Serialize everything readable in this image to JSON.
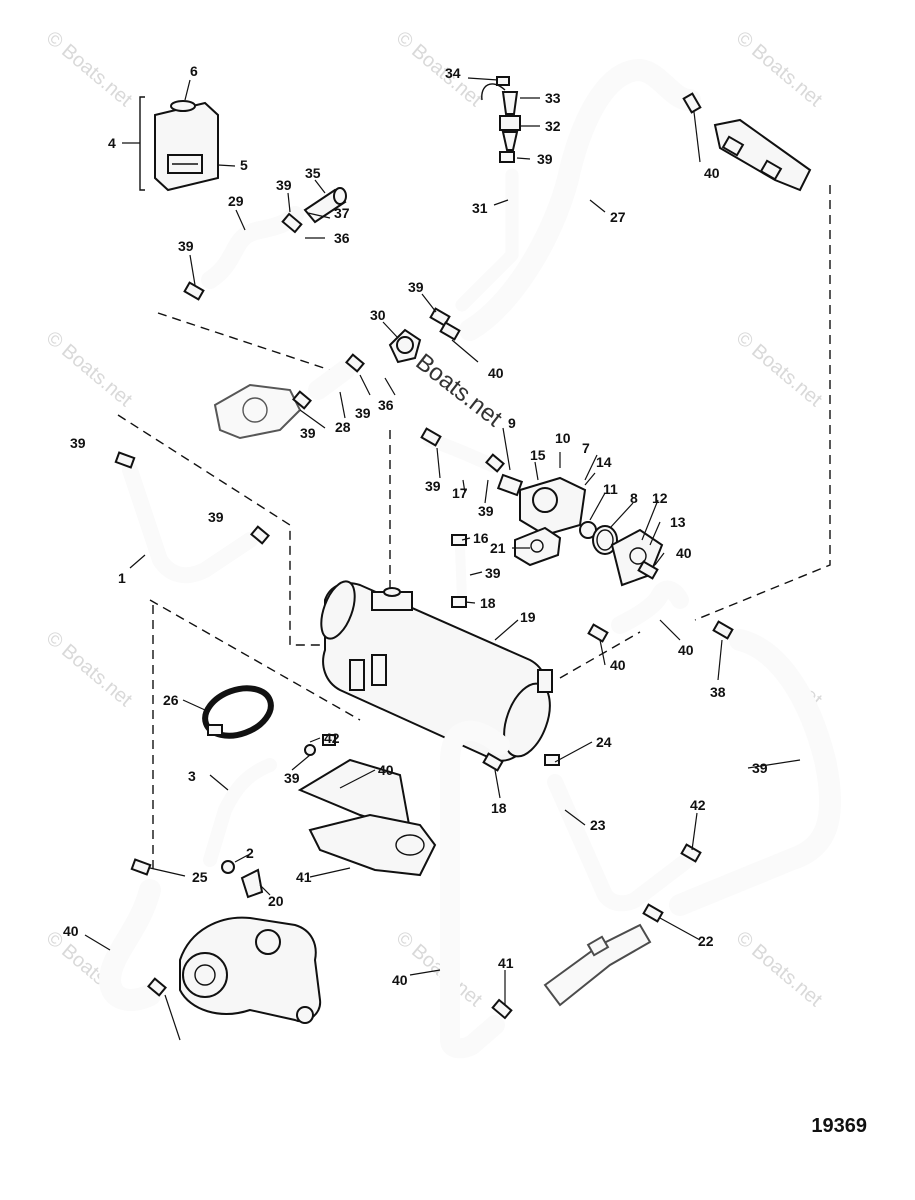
{
  "diagram": {
    "number": "19369",
    "watermark": "© Boats.net",
    "watermark_center": "© Boats.net",
    "callouts": [
      {
        "id": "c6",
        "label": "6"
      },
      {
        "id": "c4",
        "label": "4"
      },
      {
        "id": "c5",
        "label": "5"
      },
      {
        "id": "c34",
        "label": "34"
      },
      {
        "id": "c33",
        "label": "33"
      },
      {
        "id": "c32",
        "label": "32"
      },
      {
        "id": "c39a",
        "label": "39"
      },
      {
        "id": "c31",
        "label": "31"
      },
      {
        "id": "c27",
        "label": "27"
      },
      {
        "id": "c40a",
        "label": "40"
      },
      {
        "id": "c35",
        "label": "35"
      },
      {
        "id": "c39b",
        "label": "39"
      },
      {
        "id": "c29",
        "label": "29"
      },
      {
        "id": "c37",
        "label": "37"
      },
      {
        "id": "c36a",
        "label": "36"
      },
      {
        "id": "c39c",
        "label": "39"
      },
      {
        "id": "c39d",
        "label": "39"
      },
      {
        "id": "c30",
        "label": "30"
      },
      {
        "id": "c40b",
        "label": "40"
      },
      {
        "id": "c36b",
        "label": "36"
      },
      {
        "id": "c39e",
        "label": "39"
      },
      {
        "id": "c28",
        "label": "28"
      },
      {
        "id": "c39f",
        "label": "39"
      },
      {
        "id": "c9",
        "label": "9"
      },
      {
        "id": "c10",
        "label": "10"
      },
      {
        "id": "c15",
        "label": "15"
      },
      {
        "id": "c7",
        "label": "7"
      },
      {
        "id": "c14",
        "label": "14"
      },
      {
        "id": "c39g",
        "label": "39"
      },
      {
        "id": "c39h",
        "label": "39"
      },
      {
        "id": "c17",
        "label": "17"
      },
      {
        "id": "c39i",
        "label": "39"
      },
      {
        "id": "c11",
        "label": "11"
      },
      {
        "id": "c8",
        "label": "8"
      },
      {
        "id": "c12",
        "label": "12"
      },
      {
        "id": "c13",
        "label": "13"
      },
      {
        "id": "c40c",
        "label": "40"
      },
      {
        "id": "c39j",
        "label": "39"
      },
      {
        "id": "c16",
        "label": "16"
      },
      {
        "id": "c21",
        "label": "21"
      },
      {
        "id": "c39k",
        "label": "39"
      },
      {
        "id": "c18a",
        "label": "18"
      },
      {
        "id": "c1",
        "label": "1"
      },
      {
        "id": "c19",
        "label": "19"
      },
      {
        "id": "c40d",
        "label": "40"
      },
      {
        "id": "c40e",
        "label": "40"
      },
      {
        "id": "c38",
        "label": "38"
      },
      {
        "id": "c26",
        "label": "26"
      },
      {
        "id": "c42a",
        "label": "42"
      },
      {
        "id": "c39l",
        "label": "39"
      },
      {
        "id": "c24",
        "label": "24"
      },
      {
        "id": "c3",
        "label": "3"
      },
      {
        "id": "c40f",
        "label": "40"
      },
      {
        "id": "c18b",
        "label": "18"
      },
      {
        "id": "c23",
        "label": "23"
      },
      {
        "id": "c39m",
        "label": "39"
      },
      {
        "id": "c42b",
        "label": "42"
      },
      {
        "id": "c2",
        "label": "2"
      },
      {
        "id": "c41a",
        "label": "41"
      },
      {
        "id": "c25",
        "label": "25"
      },
      {
        "id": "c20",
        "label": "20"
      },
      {
        "id": "c40g",
        "label": "40"
      },
      {
        "id": "c22",
        "label": "22"
      },
      {
        "id": "c40h",
        "label": "40"
      },
      {
        "id": "c41b",
        "label": "41"
      }
    ]
  }
}
